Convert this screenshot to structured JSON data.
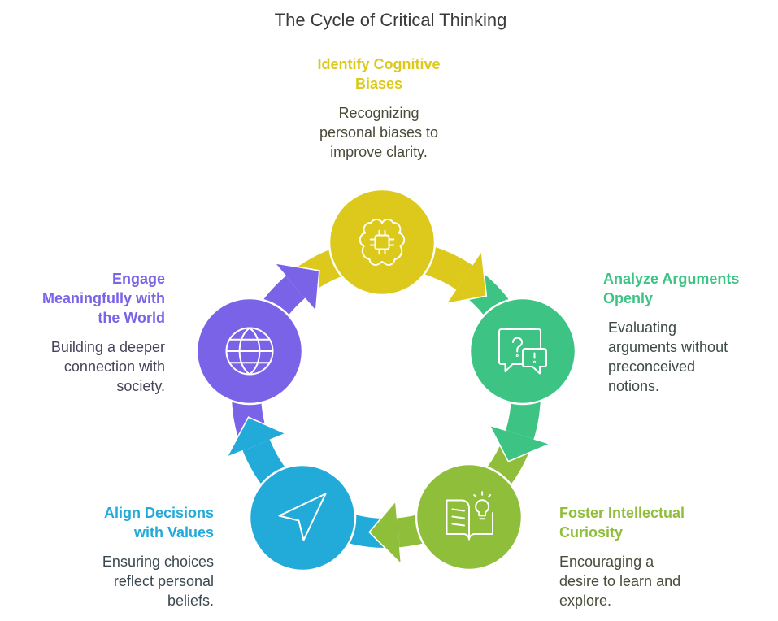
{
  "title": "The Cycle of Critical Thinking",
  "steps": [
    {
      "title": "Identify Cognitive\nBiases",
      "description": "Recognizing\npersonal biases to\nimprove clarity.",
      "color": "#DCC91B",
      "text_color": "#4A4936",
      "icon": "brain-circuit-icon"
    },
    {
      "title": "Analyze Arguments\nOpenly",
      "description": "Evaluating\narguments without\npreconceived\nnotions.",
      "color": "#3DC485",
      "text_color": "#3C4A44",
      "icon": "messages-question-icon"
    },
    {
      "title": "Foster Intellectual\nCuriosity",
      "description": "Encouraging a\ndesire to learn and\nexplore.",
      "color": "#8FBE3A",
      "text_color": "#474D3A",
      "icon": "book-lightbulb-icon"
    },
    {
      "title": "Align Decisions\nwith Values",
      "description": "Ensuring choices\nreflect personal\nbeliefs.",
      "color": "#22ABD8",
      "text_color": "#3A4950",
      "icon": "navigation-arrow-icon"
    },
    {
      "title": "Engage\nMeaningfully with\nthe World",
      "description": "Building a deeper\nconnection with\nsociety.",
      "color": "#7B63E8",
      "text_color": "#46445A",
      "icon": "globe-icon"
    }
  ]
}
